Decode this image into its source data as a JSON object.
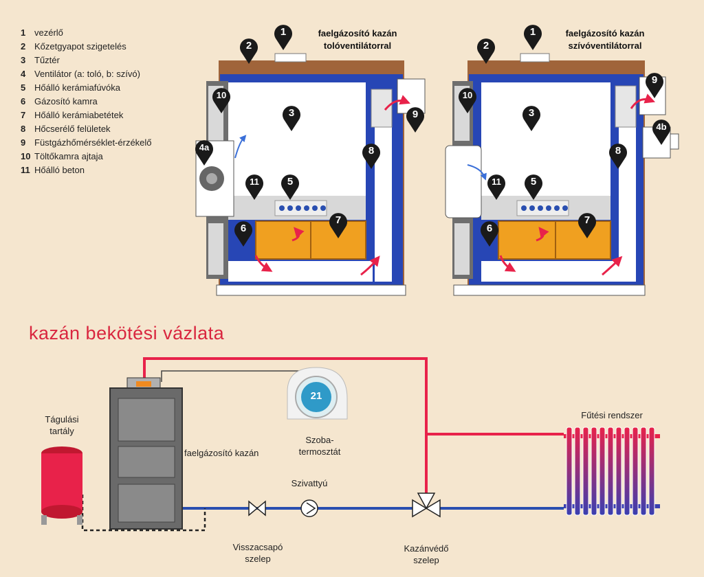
{
  "legend": [
    {
      "num": "1",
      "text": "vezérlő"
    },
    {
      "num": "2",
      "text": "Kőzetgyapot szigetelés"
    },
    {
      "num": "3",
      "text": "Tűztér"
    },
    {
      "num": "4",
      "text": "Ventilátor (a: toló, b: szívó)"
    },
    {
      "num": "5",
      "text": "Hőálló kerámiafúvóka"
    },
    {
      "num": "6",
      "text": "Gázosító kamra"
    },
    {
      "num": "7",
      "text": "Hőálló kerámiabetétek"
    },
    {
      "num": "8",
      "text": "Hőcserélő felületek"
    },
    {
      "num": "9",
      "text": "Füstgázhőmérséklet-érzékelő"
    },
    {
      "num": "10",
      "text": "Töltőkamra ajtaja"
    },
    {
      "num": "11",
      "text": "Hőálló beton"
    }
  ],
  "boiler_left": {
    "caption_line1": "faelgázosító kazán",
    "caption_line2": "tolóventilátorral",
    "fan_marker": "4a"
  },
  "boiler_right": {
    "caption_line1": "faelgázosító kazán",
    "caption_line2": "szívóventilátorral",
    "fan_marker": "4b"
  },
  "markers": [
    "1",
    "2",
    "3",
    "5",
    "6",
    "7",
    "8",
    "9",
    "10",
    "11"
  ],
  "schematic": {
    "title": "kazán bekötési vázlata",
    "expansion_tank_line1": "Tágulási",
    "expansion_tank_line2": "tartály",
    "boiler": "faelgázosító kazán",
    "thermostat_line1": "Szoba-",
    "thermostat_line2": "termosztát",
    "thermostat_display": "21",
    "pump": "Szivattyú",
    "check_valve_line1": "Visszacsapó",
    "check_valve_line2": "szelep",
    "protect_valve_line1": "Kazánvédő",
    "protect_valve_line2": "szelep",
    "heating_system": "Fűtési rendszer"
  },
  "colors": {
    "background": "#f5e6cf",
    "hot_pipe": "#e8224a",
    "cold_pipe": "#2a4fb0",
    "water_jacket": "#2746b5",
    "insulation": "#a0643a",
    "ceramic": "#f0a020",
    "marker": "#1a1a1a"
  }
}
